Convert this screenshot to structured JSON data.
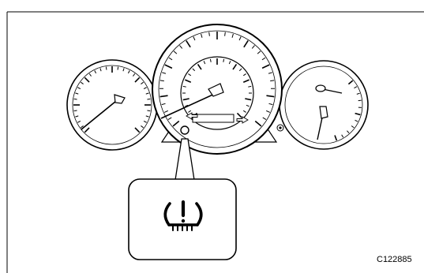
{
  "figure": {
    "figure_id": "C122885",
    "ink_color": "#000000",
    "background_color": "#ffffff",
    "callout_icon": "tire-pressure-warning-icon",
    "cluster_gauges": [
      "left-gauge",
      "speedometer",
      "right-gauge"
    ]
  }
}
